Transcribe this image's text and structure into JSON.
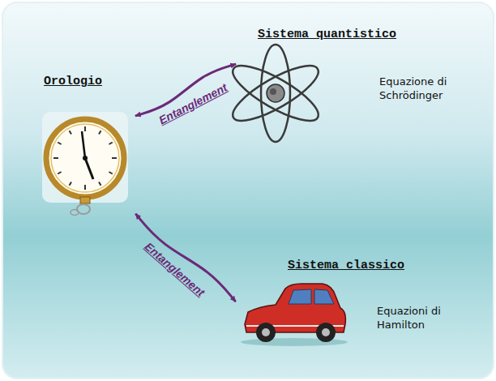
{
  "diagram": {
    "nodes": [
      {
        "text": [
          "Orologio"
        ]
      },
      {
        "text": [
          "Sistema quantistico",
          "Equazione di Schrödinger"
        ]
      },
      {
        "text": [
          "Sistema classico",
          "Equazioni di Hamilton"
        ]
      }
    ],
    "edges": [
      {
        "from": 0,
        "to": 1,
        "label": "Entanglement",
        "arrow": "both"
      },
      {
        "from": 0,
        "to": 2,
        "label": "Entanglement",
        "arrow": "both"
      }
    ]
  }
}
